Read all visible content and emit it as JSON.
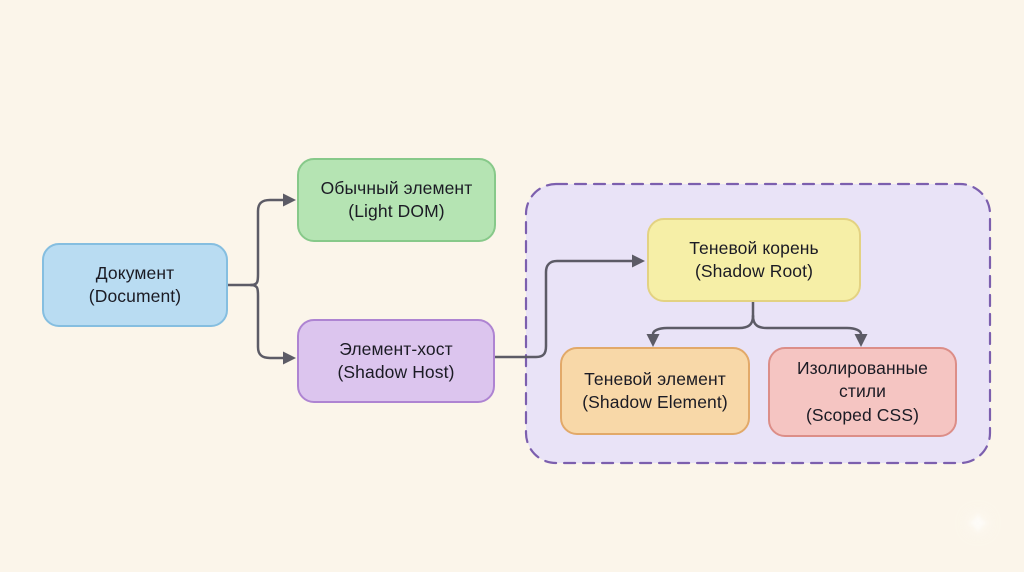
{
  "diagram": {
    "description": "Shadow DOM structure diagram (Russian labels with English translations)",
    "nodes": {
      "document": {
        "title": "Документ",
        "subtitle": "(Document)"
      },
      "light_dom": {
        "title": "Обычный элемент",
        "subtitle": "(Light DOM)"
      },
      "shadow_host": {
        "title": "Элемент-хост",
        "subtitle": "(Shadow Host)"
      },
      "shadow_root": {
        "title": "Теневой корень",
        "subtitle": "(Shadow Root)"
      },
      "shadow_element": {
        "title": "Теневой элемент",
        "subtitle": "(Shadow Element)"
      },
      "scoped_css": {
        "title": "Изолированные стили",
        "subtitle": "(Scoped CSS)"
      }
    },
    "edges": [
      {
        "from": "document",
        "to": "light_dom"
      },
      {
        "from": "document",
        "to": "shadow_host"
      },
      {
        "from": "shadow_host",
        "to": "shadow_root"
      },
      {
        "from": "shadow_root",
        "to": "shadow_element"
      },
      {
        "from": "shadow_root",
        "to": "scoped_css"
      }
    ],
    "boundary_contains": [
      "shadow_root",
      "shadow_element",
      "scoped_css"
    ]
  },
  "watermark": {
    "glyph": "✦"
  },
  "colors": {
    "background": "#FBF5EA",
    "text": "#1B1B24",
    "arrow": "#5C5B66",
    "document_fill": "#B9DCF2",
    "document_border": "#85BEE0",
    "light_dom_fill": "#B5E4B3",
    "light_dom_border": "#87C98A",
    "shadow_host_fill": "#DCC5EE",
    "shadow_host_border": "#AE84D2",
    "shadow_dom_container_fill": "#E9E3F7",
    "shadow_dom_container_border": "#7C5FAE",
    "shadow_root_fill": "#F6EFA7",
    "shadow_root_border": "#E3D282",
    "shadow_element_fill": "#F8D8A8",
    "shadow_element_border": "#E2A969",
    "scoped_css_fill": "#F5C5C2",
    "scoped_css_border": "#DC8E88"
  }
}
